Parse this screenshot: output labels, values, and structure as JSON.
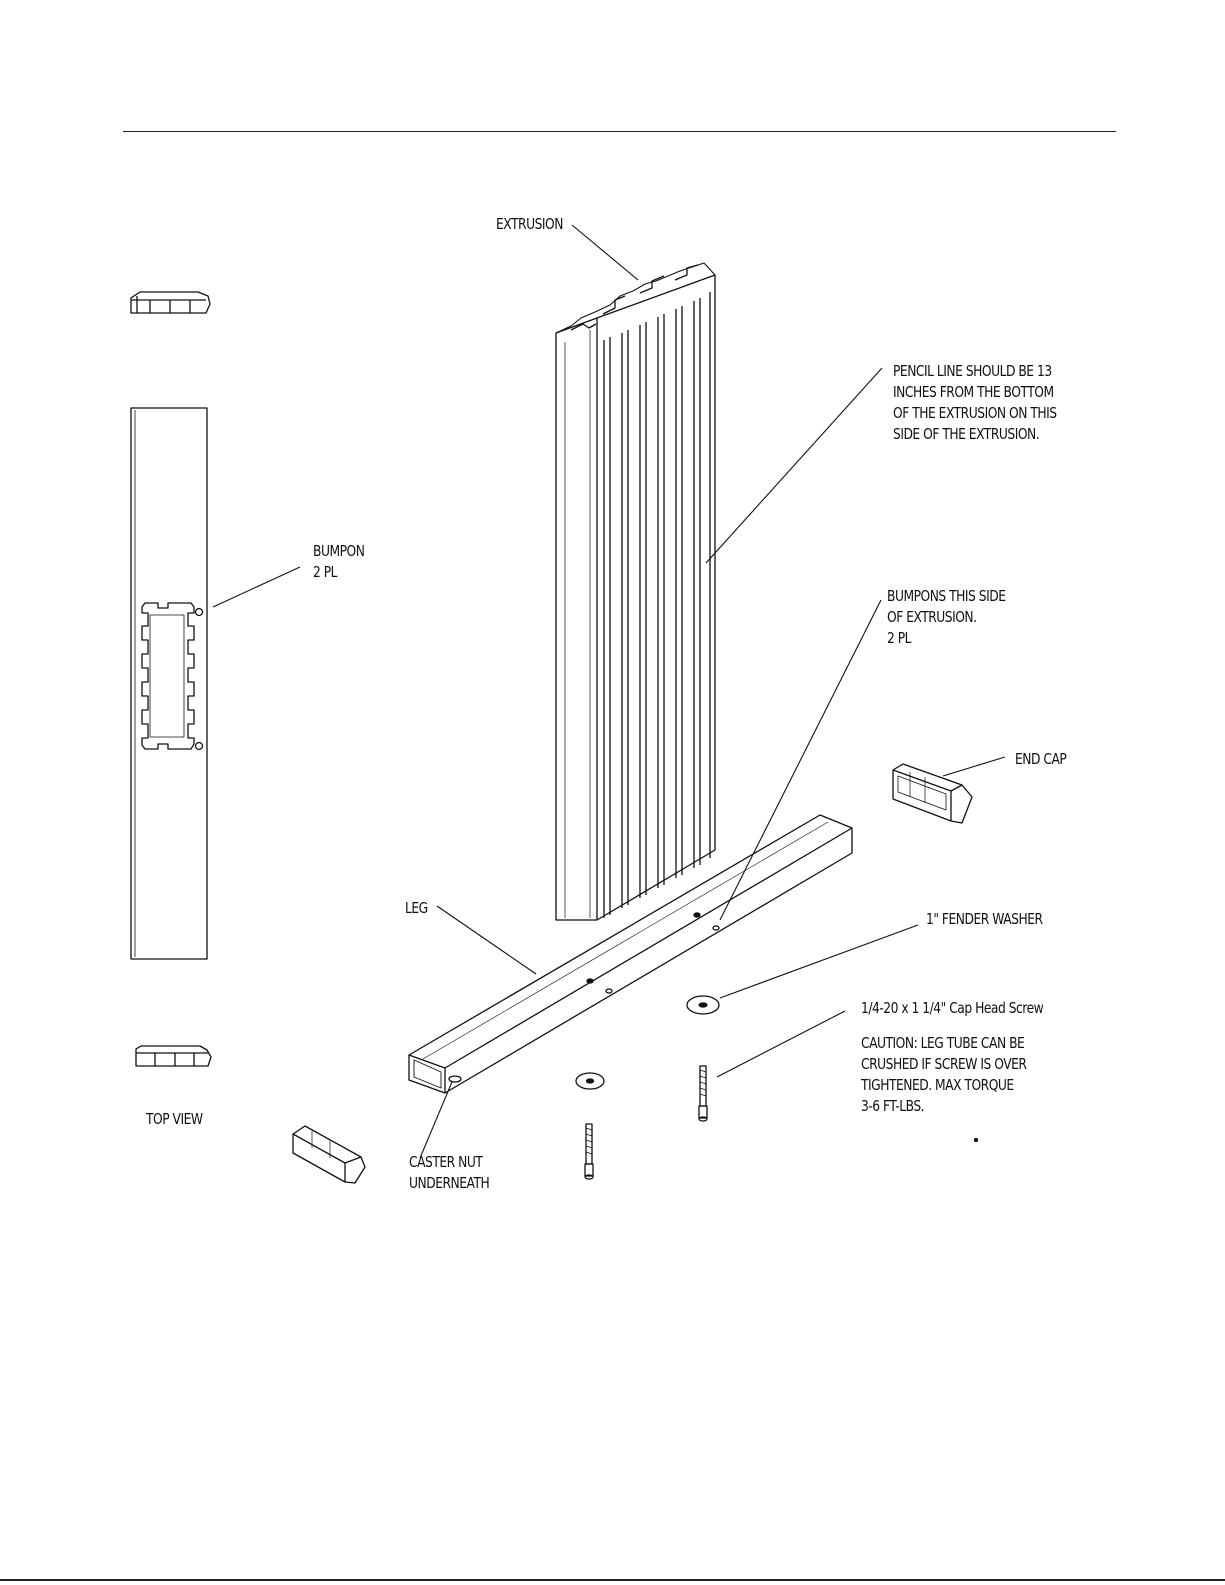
{
  "labels": {
    "extrusion": "EXTRUSION",
    "pencil_line": [
      "PENCIL  LINE SHOULD BE 13",
      "INCHES FROM THE BOTTOM",
      "OF THE EXTRUSION ON THIS",
      "SIDE OF THE EXTRUSION."
    ],
    "bumpon": [
      "BUMPON",
      "2 PL"
    ],
    "bumpons_side": [
      "BUMPONS THIS SIDE",
      "OF EXTRUSION.",
      "2 PL"
    ],
    "end_cap": "END CAP",
    "leg": "LEG",
    "fender_washer": "1\" FENDER WASHER",
    "cap_screw": "1/4-20 x 1 1/4\" Cap Head Screw",
    "caution": [
      "CAUTION:  LEG TUBE CAN BE",
      "CRUSHED IF SCREW IS OVER",
      "TIGHTENED.  MAX TORQUE",
      "3-6  FT-LBS."
    ],
    "top_view": "TOP VIEW",
    "caster_nut": [
      "CASTER NUT",
      "UNDERNEATH"
    ]
  },
  "colors": {
    "ink": "#111111",
    "paper": "#ffffff"
  }
}
